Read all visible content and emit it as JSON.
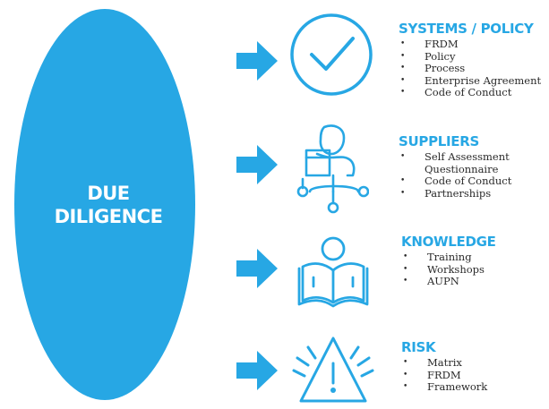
{
  "center": {
    "title": "DUE\nDILIGENCE"
  },
  "colors": {
    "accent": "#27a7e4",
    "text": "#2a2a2a",
    "background": "#ffffff"
  },
  "sections": [
    {
      "title": "SYSTEMS / POLICY",
      "icon": "checkmark-circle-icon",
      "items": [
        "FRDM",
        "Policy",
        "Process",
        "Enterprise Agreement",
        "Code of Conduct"
      ]
    },
    {
      "title": "SUPPLIERS",
      "icon": "person-with-box-network-icon",
      "items": [
        "Self Assessment",
        "Questionnaire",
        "Code of Conduct",
        "Partnerships"
      ]
    },
    {
      "title": "KNOWLEDGE",
      "icon": "person-reading-book-icon",
      "items": [
        "Training",
        "Workshops",
        "AUPN"
      ]
    },
    {
      "title": "RISK",
      "icon": "warning-triangle-icon",
      "items": [
        "Matrix",
        "FRDM",
        "Framework"
      ]
    }
  ]
}
